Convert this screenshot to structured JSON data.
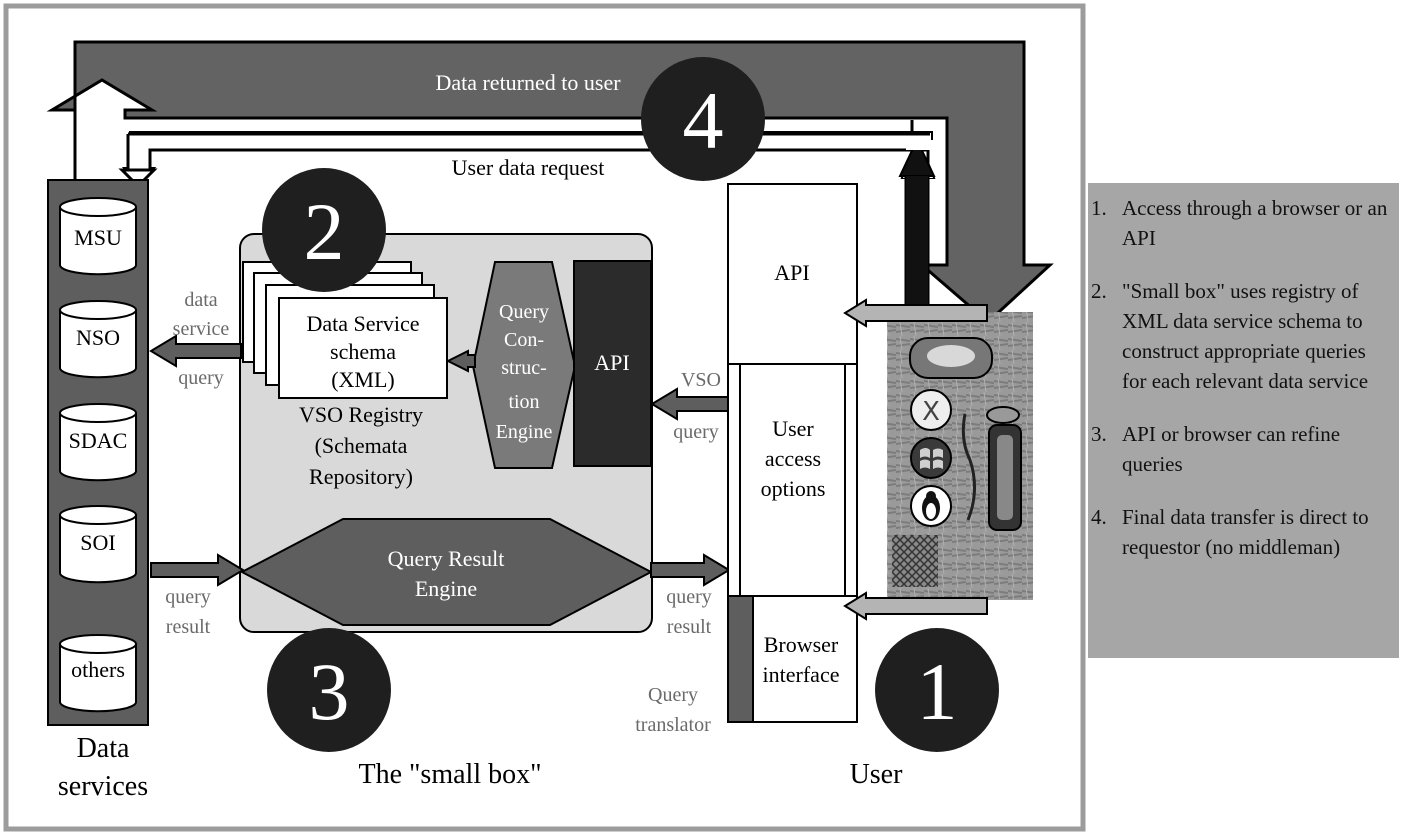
{
  "diagram": {
    "data_services": {
      "title_line1": "Data",
      "title_line2": "services",
      "items": [
        "MSU",
        "NSO",
        "SDAC",
        "SOI",
        "others"
      ]
    },
    "small_box": {
      "title": "The \"small box\"",
      "schema_line1": "Data Service",
      "schema_line2": "schema",
      "schema_line3": "(XML)",
      "registry_line1": "VSO Registry",
      "registry_line2": "(Schemata",
      "registry_line3": "Repository)",
      "qce_line1": "Query",
      "qce_line2": "Con-",
      "qce_line3": "struc-",
      "qce_line4": "tion",
      "qce_line5": "Engine",
      "api_label": "API",
      "qre_line1": "Query Result",
      "qre_line2": "Engine"
    },
    "user": {
      "title": "User",
      "api_label": "API",
      "access_line1": "User",
      "access_line2": "access",
      "access_line3": "options",
      "browser_line1": "Browser",
      "browser_line2": "interface",
      "translator_line1": "Query",
      "translator_line2": "translator"
    },
    "flow_labels": {
      "data_returned": "Data returned to user",
      "user_request": "User data request",
      "data_service_line1": "data",
      "data_service_line2": "service",
      "data_service_line3": "query",
      "vso_line1": "VSO",
      "vso_line2": "query",
      "qr_left_line1": "query",
      "qr_left_line2": "result",
      "qr_right_line1": "query",
      "qr_right_line2": "result"
    },
    "step_numbers": [
      "1",
      "2",
      "3",
      "4"
    ],
    "os_icons": [
      "mac-x-icon",
      "windows-icon",
      "linux-penguin-icon"
    ]
  },
  "legend": {
    "items": [
      {
        "num": "1.",
        "text": "Access through a browser or an API"
      },
      {
        "num": "2.",
        "text": "\"Small box\" uses registry of XML data service schema to construct appropriate queries for each relevant data service"
      },
      {
        "num": "3.",
        "text": "API or browser can refine queries"
      },
      {
        "num": "4.",
        "text": "Final data transfer is direct to requestor (no middleman)"
      }
    ]
  },
  "colors": {
    "dark_arrow": "#5e5e5e",
    "light_arrow": "#b4b4b4",
    "small_box_fill": "#d9d9d9",
    "engine_fill": "#7a7a7a",
    "api_fill": "#2b2b2b",
    "circle_fill": "#1f1f1f",
    "legend_fill": "#a6a6a6"
  }
}
